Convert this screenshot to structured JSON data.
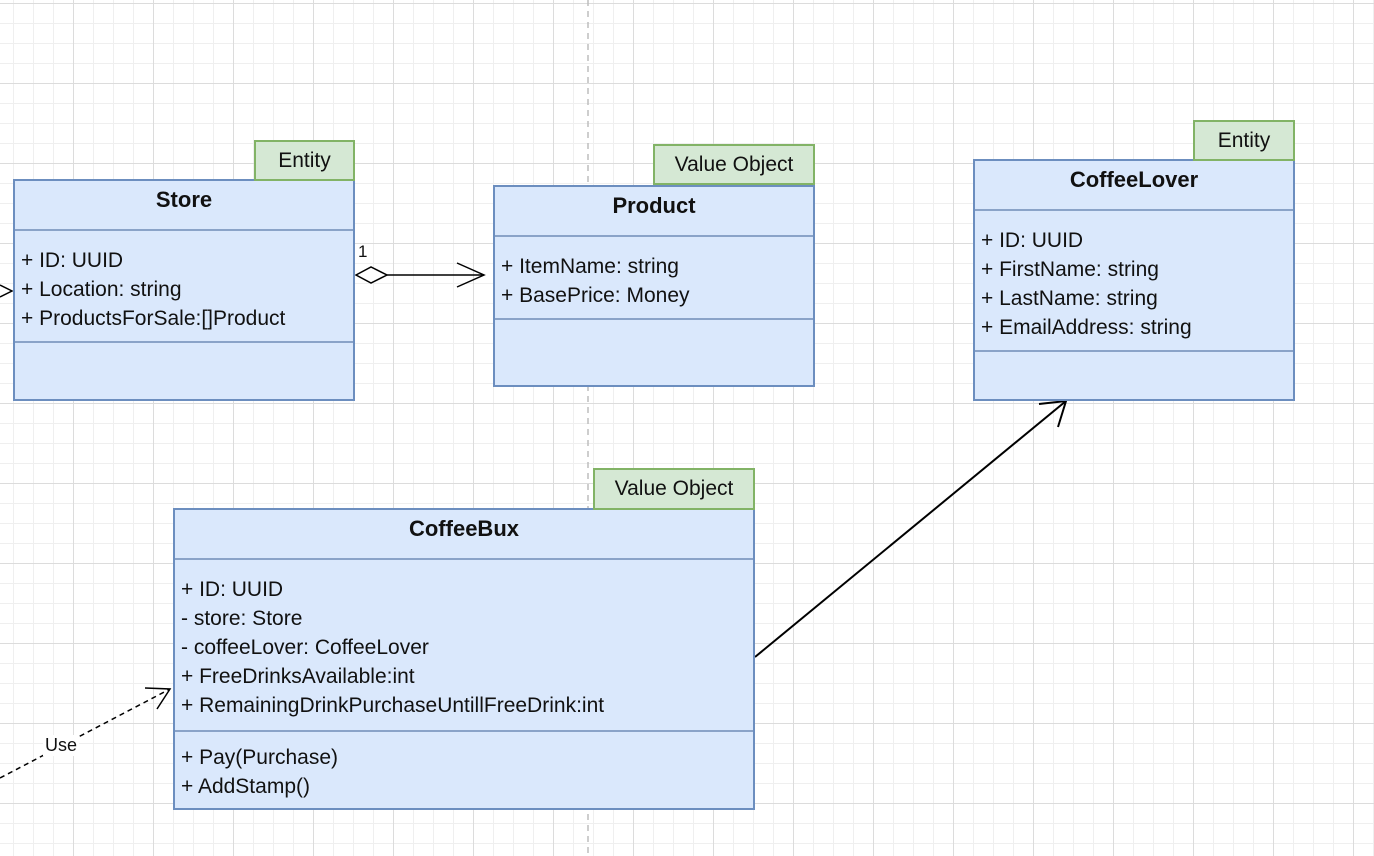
{
  "classes": {
    "store": {
      "name": "Store",
      "stereotype": "Entity",
      "attributes": [
        "+ ID: UUID",
        "+ Location: string",
        "+ ProductsForSale:[]Product"
      ],
      "operations": []
    },
    "product": {
      "name": "Product",
      "stereotype": "Value Object",
      "attributes": [
        "+ ItemName: string",
        "+ BasePrice: Money"
      ],
      "operations": []
    },
    "coffeelover": {
      "name": "CoffeeLover",
      "stereotype": "Entity",
      "attributes": [
        "+ ID: UUID",
        "+ FirstName: string",
        "+ LastName: string",
        "+ EmailAddress: string"
      ],
      "operations": []
    },
    "coffeebux": {
      "name": "CoffeeBux",
      "stereotype": "Value Object",
      "attributes": [
        "+ ID: UUID",
        "- store: Store",
        "- coffeeLover: CoffeeLover",
        "+ FreeDrinksAvailable:int",
        "+ RemainingDrinkPurchaseUntillFreeDrink:int"
      ],
      "operations": [
        "+ Pay(Purchase)",
        "+ AddStamp()"
      ]
    }
  },
  "relations": {
    "store_product_multiplicity": "1",
    "use_label": "Use"
  },
  "colors": {
    "class_fill": "#dae8fc",
    "class_border": "#6c8ebf",
    "stereotype_fill": "#d5e8d4",
    "stereotype_border": "#82b366",
    "line": "#000000"
  }
}
